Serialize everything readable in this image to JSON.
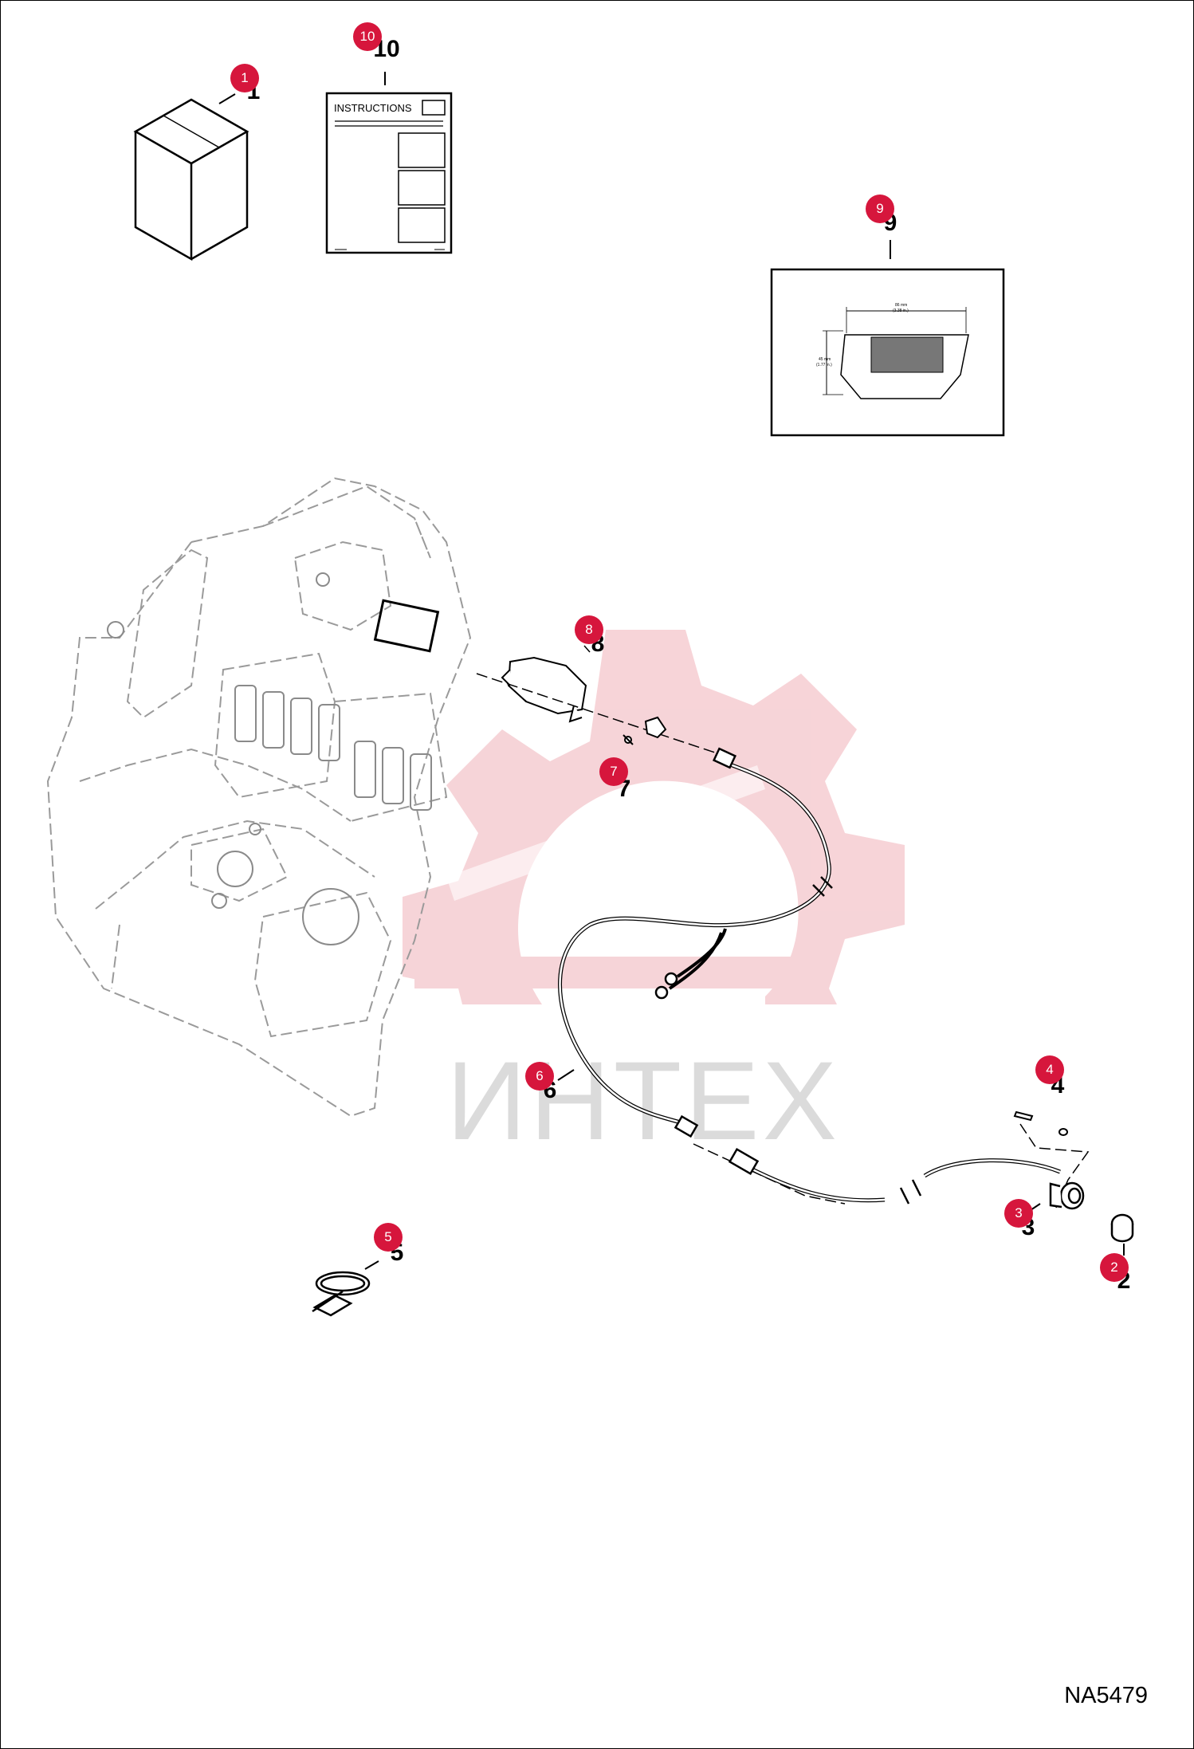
{
  "drawing": {
    "id": "NA5479",
    "watermark": "ИНТЕХ"
  },
  "parts": [
    {
      "callout": "1",
      "number": "1"
    },
    {
      "callout": "2",
      "number": "2"
    },
    {
      "callout": "3",
      "number": "3"
    },
    {
      "callout": "4",
      "number": "4"
    },
    {
      "callout": "5",
      "number": "5"
    },
    {
      "callout": "6",
      "number": "6"
    },
    {
      "callout": "7",
      "number": "7"
    },
    {
      "callout": "8",
      "number": "8"
    },
    {
      "callout": "9",
      "number": "9"
    },
    {
      "callout": "10",
      "number": "10"
    }
  ],
  "instruction_sheet": {
    "title": "INSTRUCTIONS"
  },
  "decal": {
    "width_dim": "86 mm",
    "width_dim_in": "(3.38 in.)",
    "height_dim": "45 mm",
    "height_dim_in": "(1.77 in.)"
  },
  "colors": {
    "callout": "#d6163c",
    "watermark": "#f4c6cb",
    "line": "#000000",
    "ghost": "#9a9a9a"
  }
}
